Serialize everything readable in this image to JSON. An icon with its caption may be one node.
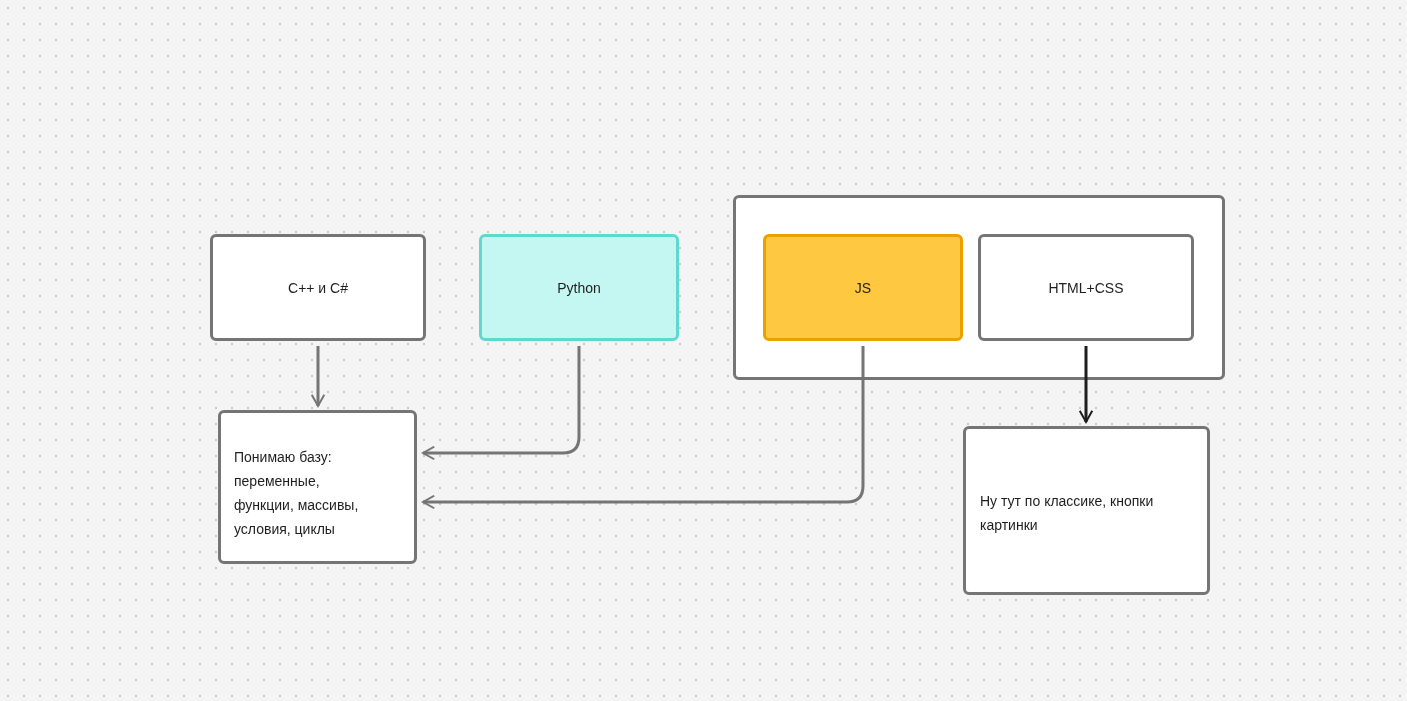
{
  "diagram": {
    "nodes": [
      {
        "text": [
          "C++ и C#"
        ]
      },
      {
        "text": [
          "Python"
        ]
      },
      {
        "text": [],
        "shape": "box"
      },
      {
        "text": [
          "JS"
        ],
        "in": 2
      },
      {
        "text": [
          "HTML+CSS"
        ],
        "in": 2
      },
      {
        "text": [
          "Понимаю базу: переменные, функции, массивы, условия, циклы"
        ]
      },
      {
        "text": [
          "Ну тут по классике, кнопки картинки"
        ]
      }
    ],
    "edges": [
      {
        "from": 0,
        "to": 5,
        "arrow": "to"
      },
      {
        "from": 1,
        "to": 5,
        "arrow": "to"
      },
      {
        "from": 3,
        "to": 5,
        "arrow": "to"
      },
      {
        "from": 4,
        "to": 6,
        "arrow": "to",
        "color": "#1e1e1e"
      }
    ]
  }
}
